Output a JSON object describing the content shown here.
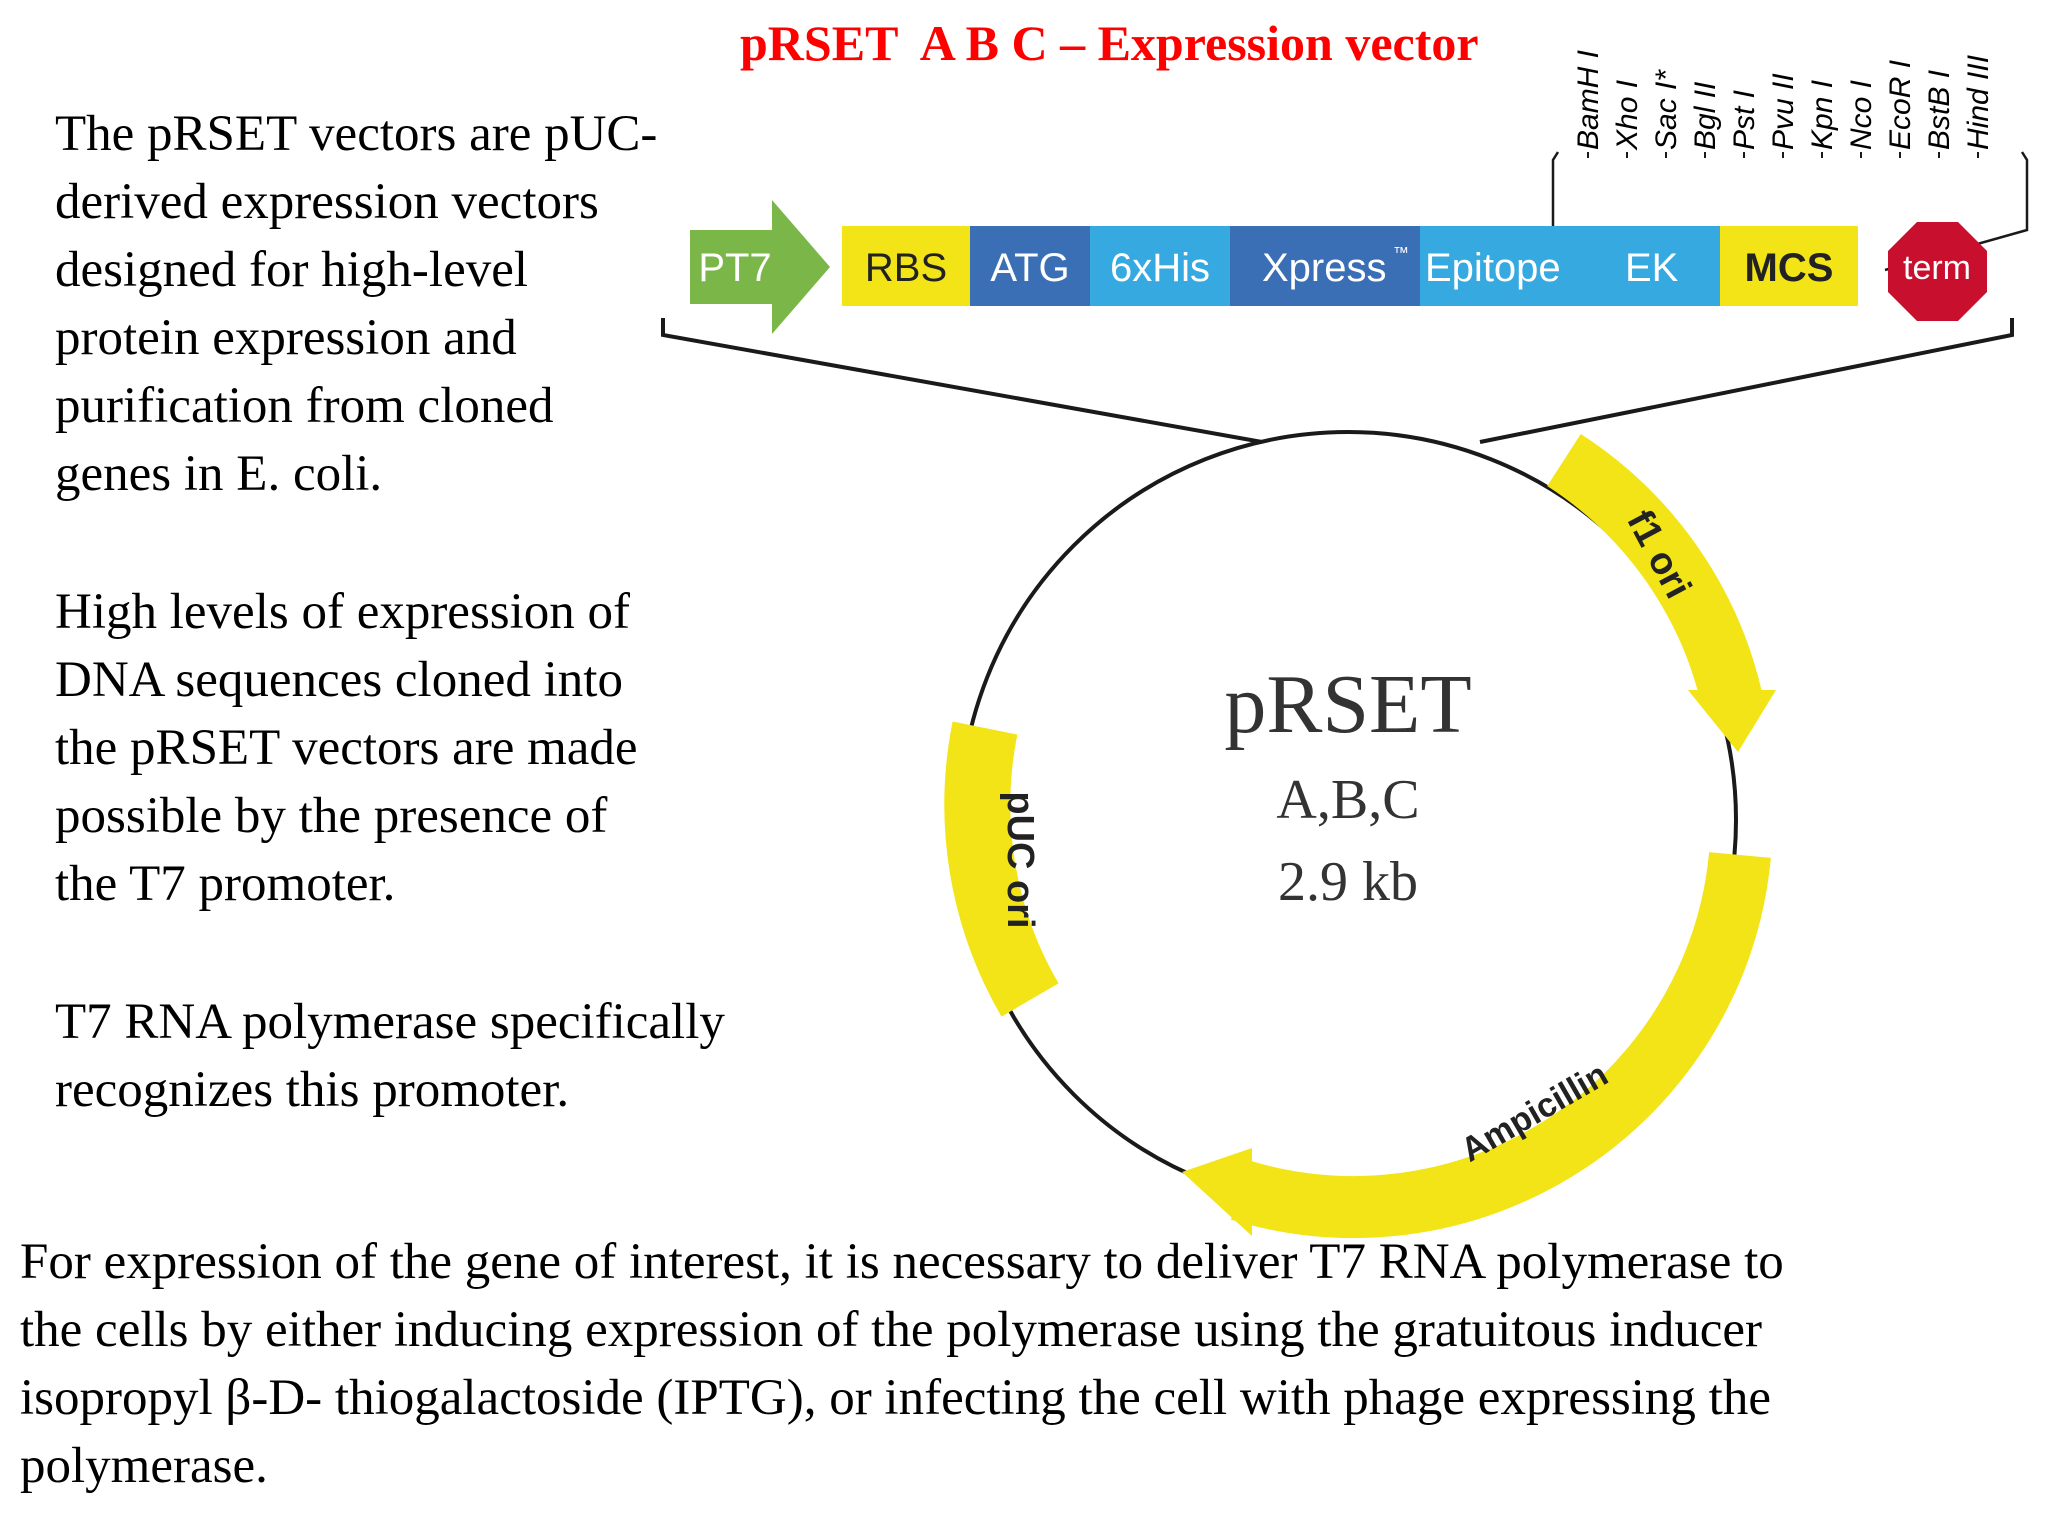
{
  "title": "pRSET  A B C – Expression vector",
  "paragraph1": [
    "The pRSET vectors are pUC-",
    "derived expression vectors",
    "designed for high-level",
    "protein expression and",
    "purification from cloned",
    "genes in E. coli."
  ],
  "paragraph2": [
    "High levels of expression of",
    "DNA sequences cloned into",
    "the pRSET vectors are made",
    "possible by the presence of",
    "the T7 promoter."
  ],
  "paragraph3": [
    "T7 RNA polymerase specifically",
    "recognizes this promoter."
  ],
  "paragraph4": [
    "For expression of the gene of interest, it is necessary to deliver T7 RNA polymerase to",
    "the cells by either inducing expression of the polymerase using the gratuitous inducer",
    "isopropyl β-D- thiogalactoside (IPTG), or infecting the cell with phage expressing the",
    "polymerase."
  ],
  "cassette": {
    "promoter": "PT7",
    "segments": [
      "RBS",
      "ATG",
      "6xHis",
      "Xpress",
      "™",
      "Epitope",
      "EK",
      "MCS"
    ],
    "terminator": "term",
    "restriction_sites": [
      "BamH I",
      "Xho I",
      "Sac I*",
      "Bgl II",
      "Pst I",
      "Pvu II",
      "Kpn I",
      "Nco I",
      "EcoR I",
      "BstB I",
      "Hind III"
    ]
  },
  "plasmid": {
    "name": "pRSET",
    "variants": "A,B,C",
    "size": "2.9 kb",
    "features": [
      "f1 ori",
      "Ampicillin",
      "pUC ori"
    ]
  },
  "colors": {
    "title": "#ff0000",
    "yellow": "#f2e416",
    "blue_dark": "#3a6fb5",
    "blue_light": "#36a9e1",
    "green": "#7ab648",
    "term_red": "#c8102e"
  }
}
